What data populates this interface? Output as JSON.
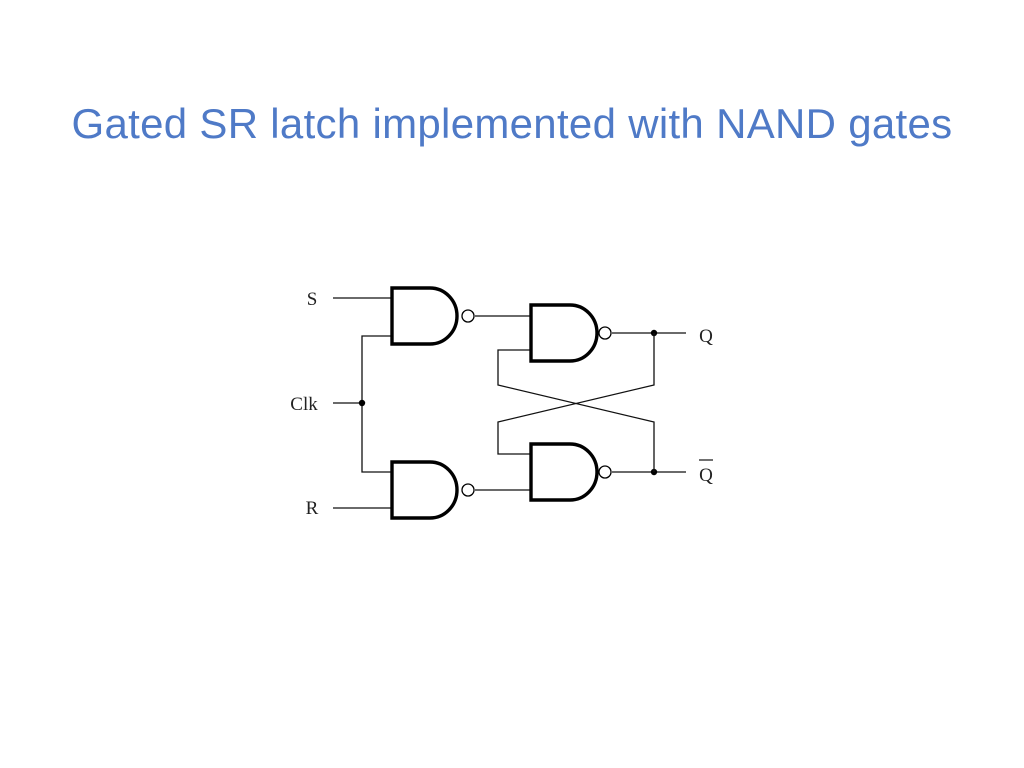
{
  "slide": {
    "title": "Gated SR latch implemented with NAND gates"
  },
  "diagram": {
    "inputs": {
      "s": "S",
      "clk": "Clk",
      "r": "R"
    },
    "outputs": {
      "q": "Q",
      "q_bar": "Q"
    },
    "gates": [
      "NAND",
      "NAND",
      "NAND",
      "NAND"
    ]
  }
}
